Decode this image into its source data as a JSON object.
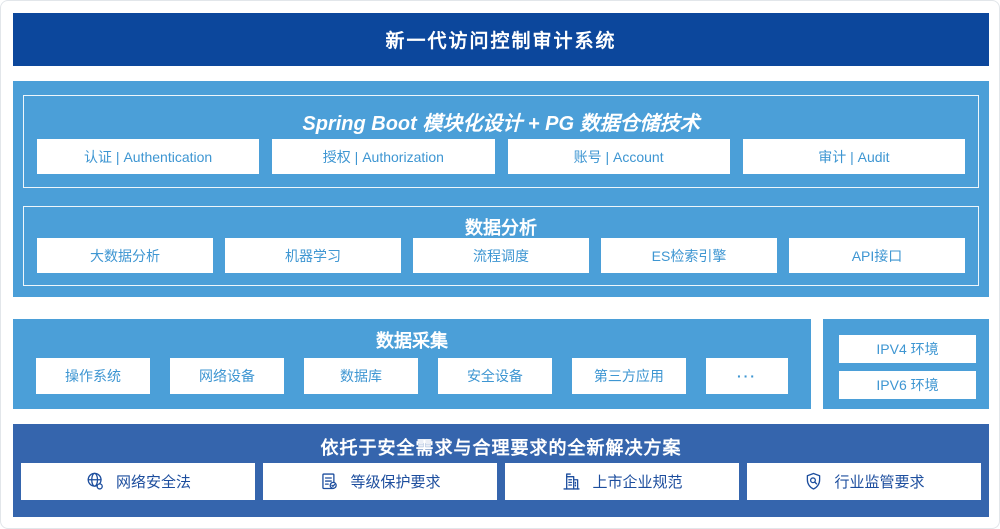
{
  "colors": {
    "banner_bg": "#0c479c",
    "section_bg": "#4b9fd8",
    "bottom_bg": "#3565ad",
    "box_text": "#3e96d2",
    "bottom_text": "#1d4e9e"
  },
  "banner": {
    "title": "新一代访问控制审计系统"
  },
  "platform": {
    "modules_title": "Spring Boot 模块化设计 + PG 数据仓储技术",
    "modules": [
      "认证 | Authentication",
      "授权 | Authorization",
      "账号 | Account",
      "审计 | Audit"
    ],
    "analysis_title": "数据分析",
    "analysis_items": [
      "大数据分析",
      "机器学习",
      "流程调度",
      "ES检索引擎",
      "API接口"
    ]
  },
  "collection": {
    "title": "数据采集",
    "items": [
      "操作系统",
      "网络设备",
      "数据库",
      "安全设备",
      "第三方应用"
    ],
    "more": "···",
    "environments": [
      "IPV4 环境",
      "IPV6 环境"
    ]
  },
  "solution": {
    "title": "依托于安全需求与合理要求的全新解决方案",
    "items": [
      {
        "icon": "globe-network-icon",
        "label": "网络安全法"
      },
      {
        "icon": "document-check-icon",
        "label": "等级保护要求"
      },
      {
        "icon": "building-icon",
        "label": "上市企业规范"
      },
      {
        "icon": "shield-search-icon",
        "label": "行业监管要求"
      }
    ]
  }
}
